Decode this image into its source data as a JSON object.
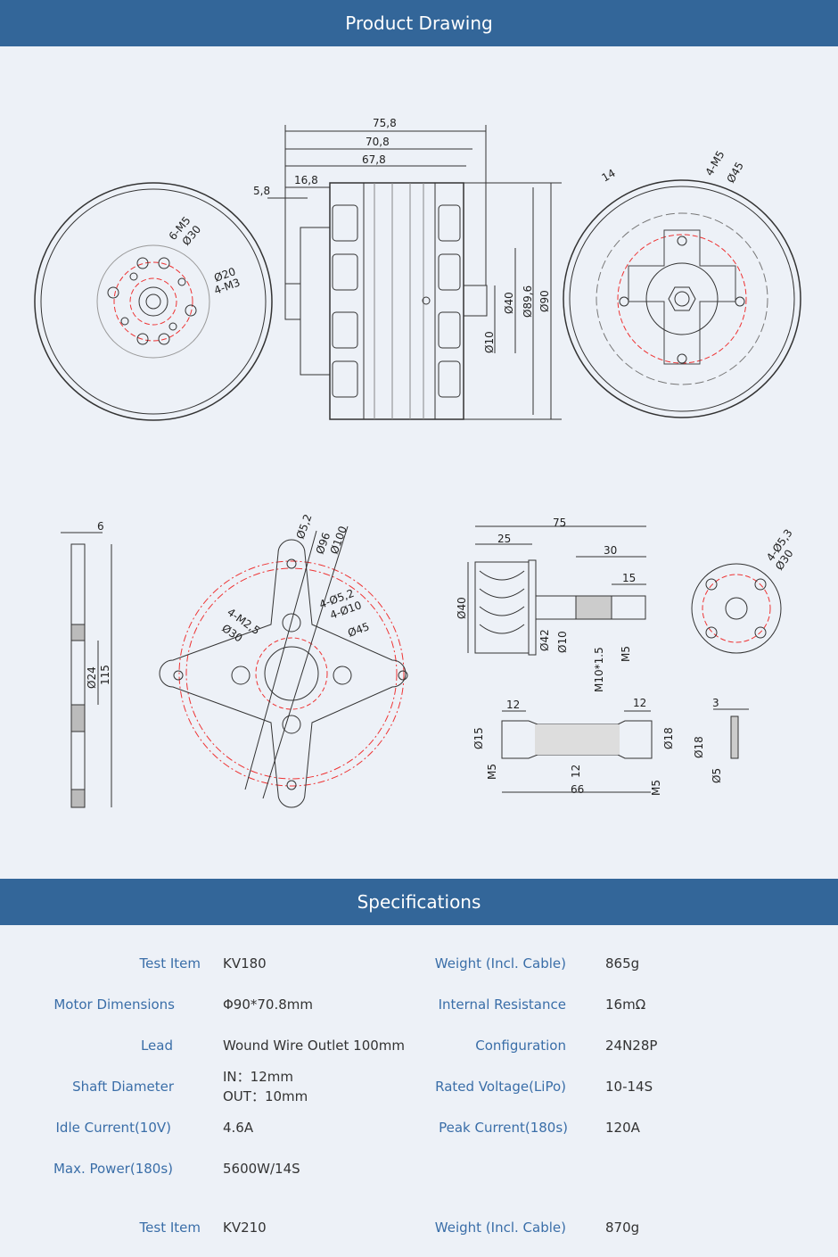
{
  "sections": {
    "drawing_title": "Product Drawing",
    "specs_title": "Specifications"
  },
  "drawing": {
    "labels": [
      "75,8",
      "70,8",
      "67,8",
      "16,8",
      "5,8",
      "Ø40",
      "Ø89,6",
      "Ø90",
      "Ø10",
      "6-M5",
      "Ø30",
      "Ø20",
      "4-M3",
      "14",
      "4-M5",
      "Ø45",
      "6",
      "Ø24",
      "115",
      "Ø5,2",
      "Ø96",
      "Ø100",
      "4-Ø5,2",
      "4-Ø10",
      "Ø45",
      "4-M2,5",
      "Ø30",
      "75",
      "25",
      "30",
      "15",
      "Ø40",
      "Ø42",
      "Ø10",
      "M10*1.5",
      "M5",
      "4-Ø5,3",
      "Ø30",
      "12",
      "12",
      "3",
      "Ø15",
      "Ø18",
      "Ø18",
      "M5",
      "12",
      "66",
      "M5",
      "Ø5"
    ]
  },
  "specs": [
    {
      "l1": "Test Item",
      "v1": "KV180",
      "l2": "Weight (Incl. Cable)",
      "v2": "865g"
    },
    {
      "l1": "Motor Dimensions",
      "v1": "Φ90*70.8mm",
      "l2": "Internal Resistance",
      "v2": "16mΩ"
    },
    {
      "l1": "Lead",
      "v1": "Wound Wire Outlet 100mm",
      "l2": "Configuration",
      "v2": "24N28P"
    },
    {
      "l1": "Shaft Diameter",
      "v1a": "IN：12mm",
      "v1b": "OUT：10mm",
      "l2": "Rated Voltage(LiPo)",
      "v2": "10-14S"
    },
    {
      "l1": "Idle Current(10V)",
      "v1": "4.6A",
      "l2": "Peak Current(180s)",
      "v2": "120A"
    },
    {
      "l1": "Max. Power(180s)",
      "v1": "5600W/14S"
    },
    {
      "l1": "Test Item",
      "v1": "KV210",
      "l2": "Weight (Incl. Cable)",
      "v2": "870g"
    }
  ]
}
